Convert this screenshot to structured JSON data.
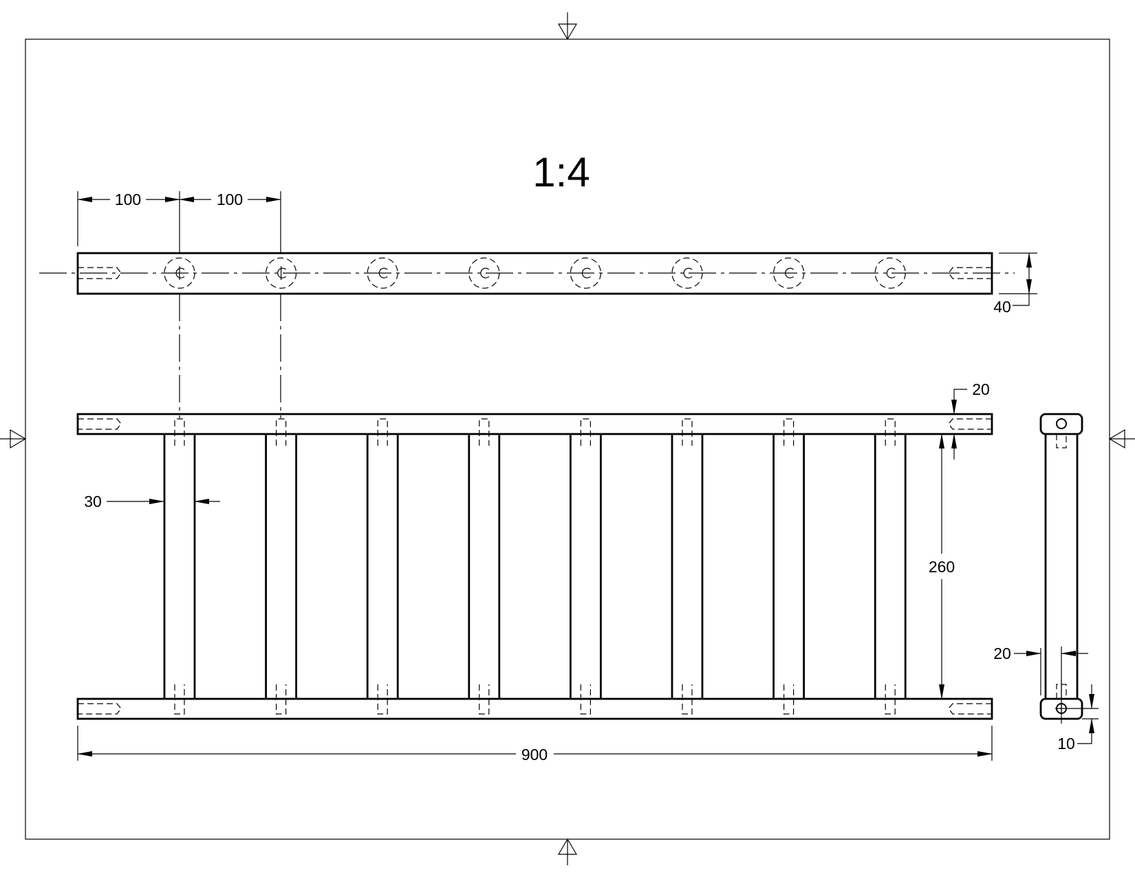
{
  "scale": "1:4",
  "dimensions": {
    "top_pitch_1": "100",
    "top_pitch_2": "100",
    "top_height": "40",
    "rail_thickness": "20",
    "rung_width": "30",
    "inner_span": "260",
    "side_width": "20",
    "side_hole_offset": "10",
    "overall_length": "900"
  },
  "colors": {
    "line": "#000000",
    "paper": "#ffffff"
  }
}
